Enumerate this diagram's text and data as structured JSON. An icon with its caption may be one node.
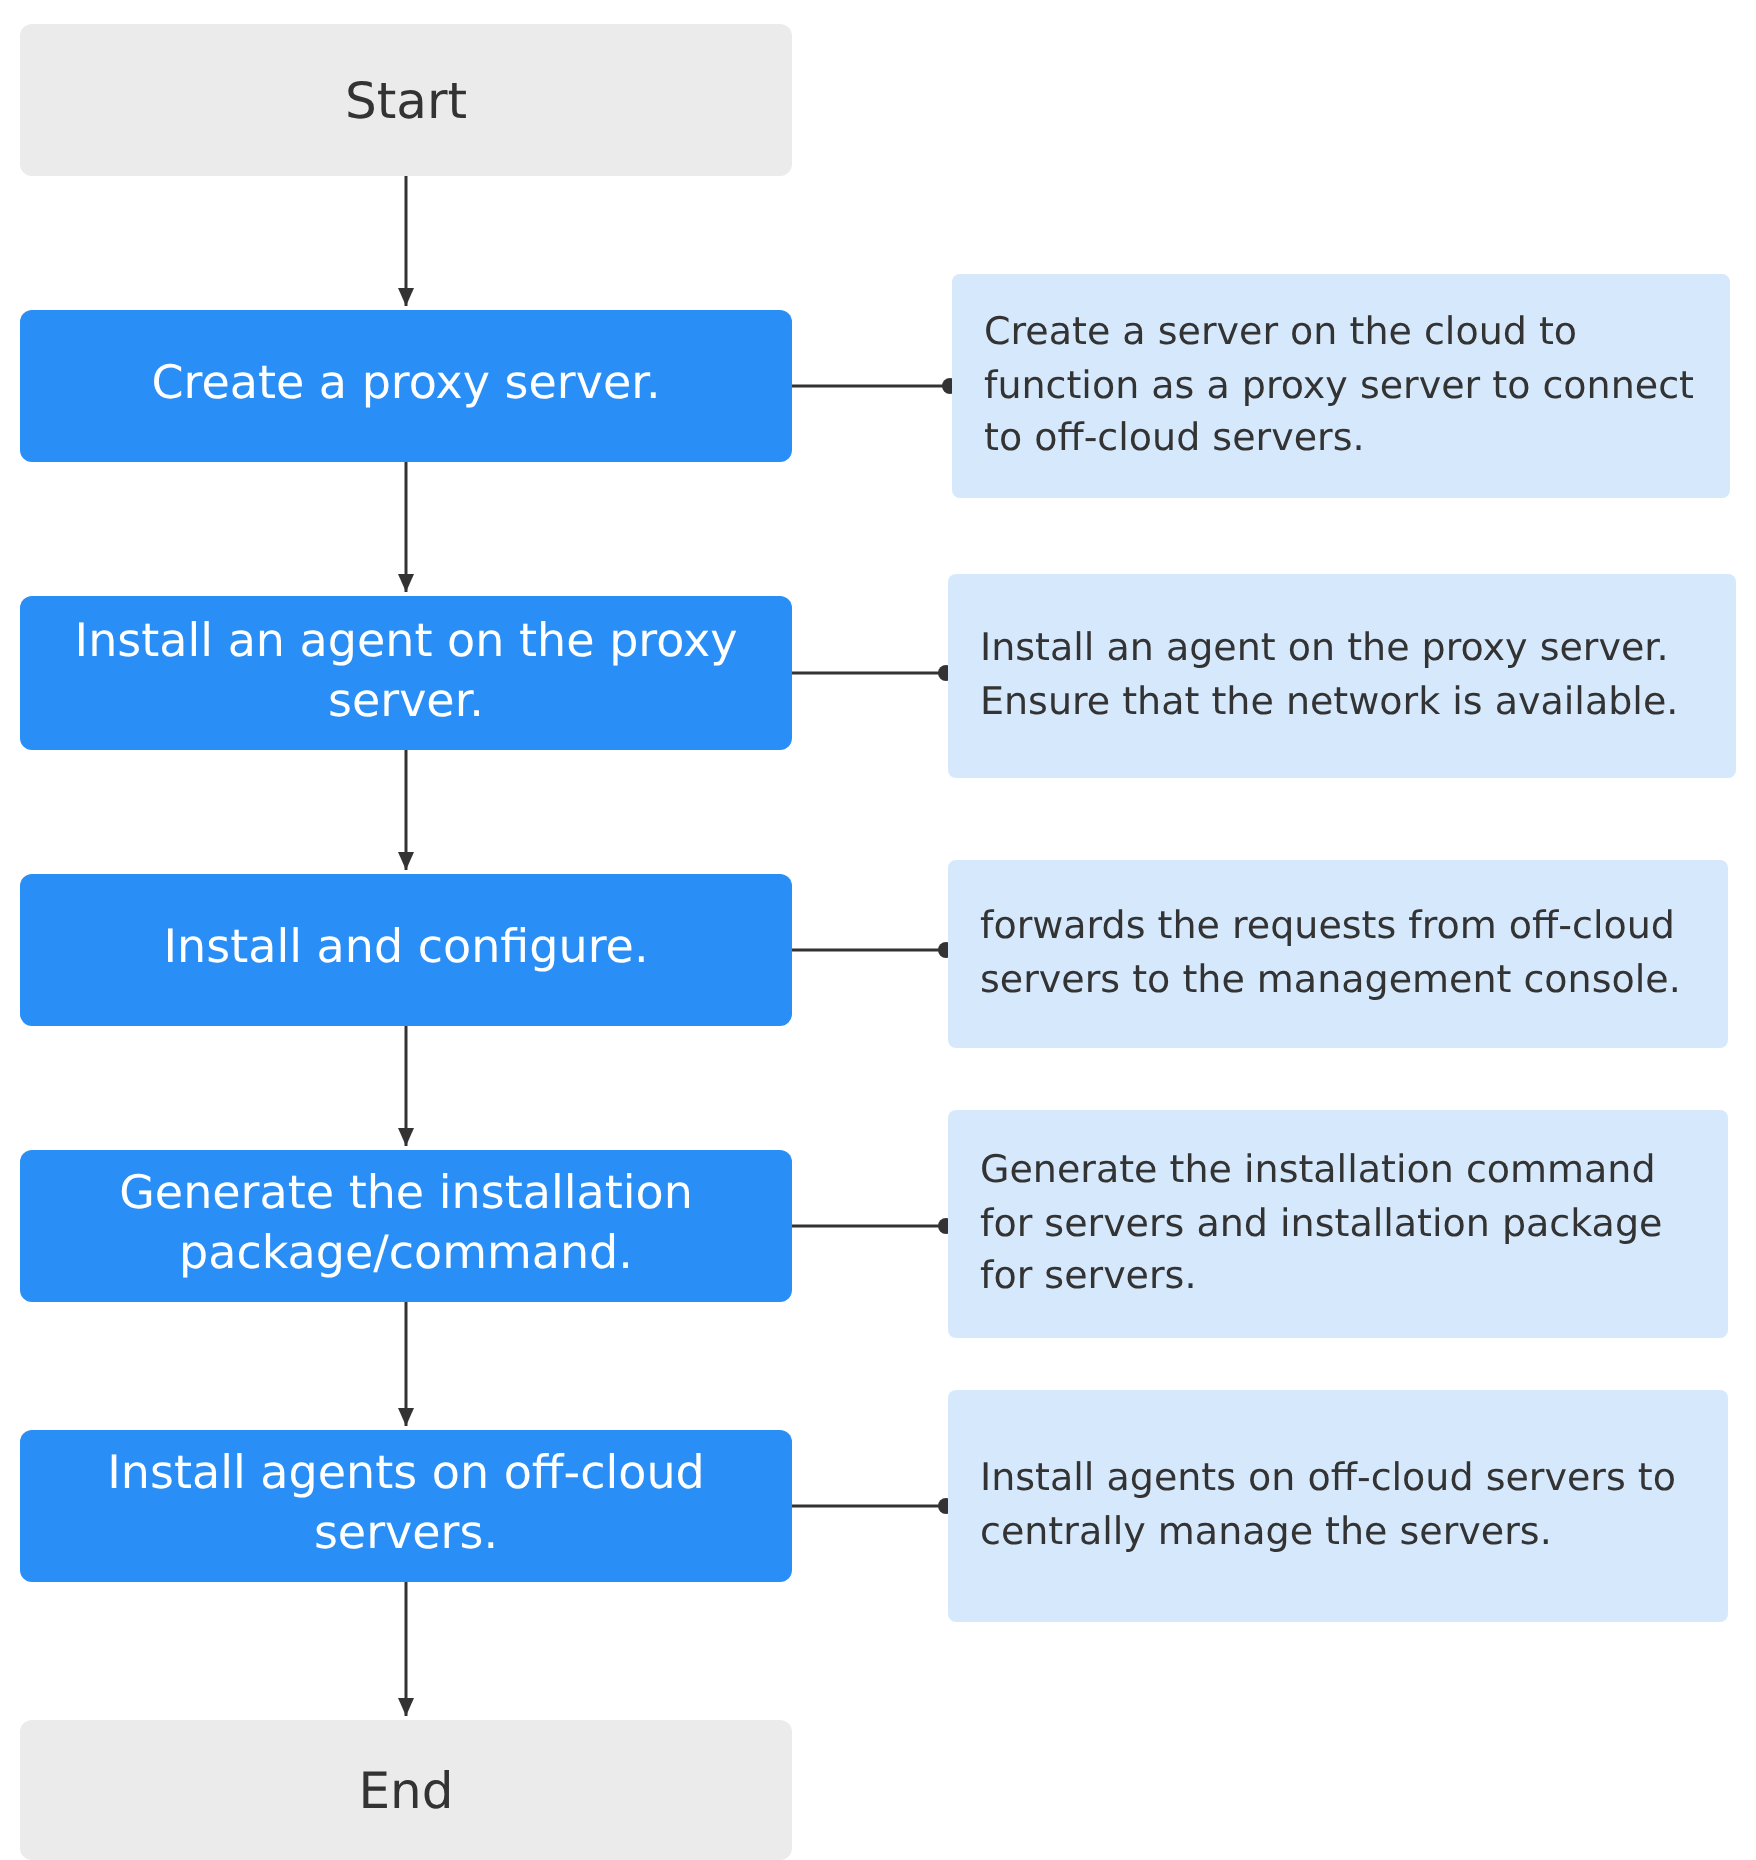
{
  "diagram": {
    "nodes": [
      {
        "text": [
          "Start"
        ]
      },
      {
        "text": [
          "Create a proxy server."
        ]
      },
      {
        "text": [
          "Create a server on the cloud to function as a proxy server to connect to off-cloud servers."
        ]
      },
      {
        "text": [
          "Install an agent on the proxy server."
        ]
      },
      {
        "text": [
          "Install an agent on the proxy server. Ensure that the network is available."
        ]
      },
      {
        "text": [
          "Install and configure."
        ]
      },
      {
        "text": [
          "forwards the requests from off-cloud servers to the management console."
        ]
      },
      {
        "text": [
          "Generate the installation package/command."
        ]
      },
      {
        "text": [
          "Generate the installation command for servers and installation package for servers."
        ]
      },
      {
        "text": [
          "Install agents on off-cloud servers."
        ]
      },
      {
        "text": [
          "Install agents on off-cloud servers to centrally manage the servers."
        ]
      },
      {
        "text": [
          "End"
        ]
      }
    ],
    "edges": [
      {
        "from": 0,
        "to": 1,
        "arrow": "to"
      },
      {
        "from": 1,
        "to": 3,
        "arrow": "to"
      },
      {
        "from": 3,
        "to": 5,
        "arrow": "to"
      },
      {
        "from": 5,
        "to": 7,
        "arrow": "to"
      },
      {
        "from": 7,
        "to": 9,
        "arrow": "to"
      },
      {
        "from": 9,
        "to": 11,
        "arrow": "to"
      },
      {
        "from": 1,
        "to": 2,
        "arrow": "other"
      },
      {
        "from": 3,
        "to": 4,
        "arrow": "other"
      },
      {
        "from": 5,
        "to": 6,
        "arrow": "other"
      },
      {
        "from": 7,
        "to": 8,
        "arrow": "other"
      },
      {
        "from": 9,
        "to": 10,
        "arrow": "other"
      }
    ]
  }
}
